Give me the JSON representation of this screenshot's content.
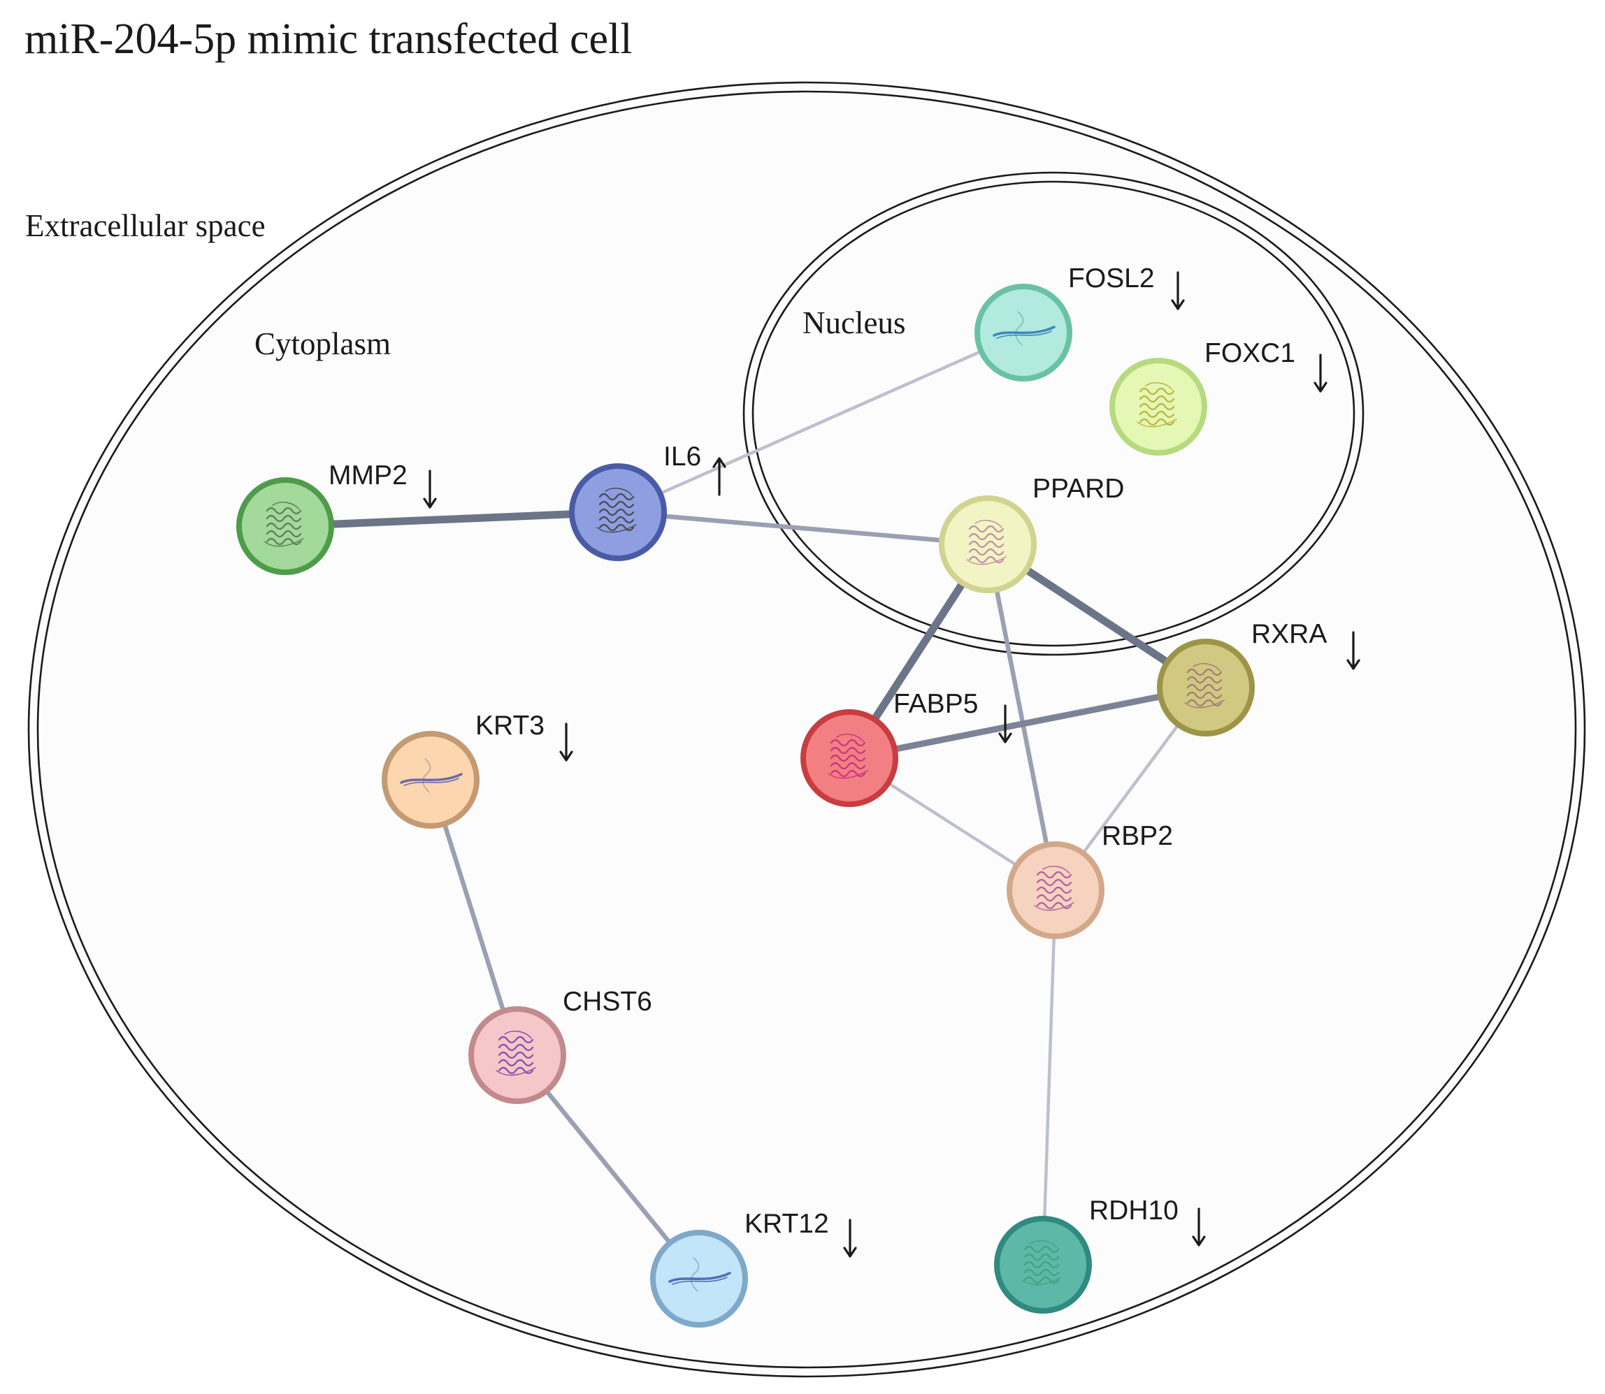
{
  "title": "miR-204-5p mimic transfected cell",
  "regions": {
    "extracellular": "Extracellular space",
    "cytoplasm": "Cytoplasm",
    "nucleus": "Nucleus"
  },
  "nodes": [
    {
      "id": "MMP2",
      "label": "MMP2",
      "regulation": "down",
      "fill": "#a3d99a",
      "stroke": "#4e9c4a",
      "structure_color": "#4f6e4b"
    },
    {
      "id": "IL6",
      "label": "IL6",
      "regulation": "up",
      "fill": "#8e9ee0",
      "stroke": "#4a5ba6",
      "structure_color": "#3c3a30"
    },
    {
      "id": "FOSL2",
      "label": "FOSL2",
      "regulation": "down",
      "fill": "#b2eadf",
      "stroke": "#69c2a3",
      "structure_color": "#2b76b8"
    },
    {
      "id": "FOXC1",
      "label": "FOXC1",
      "regulation": "down",
      "fill": "#e5f7b4",
      "stroke": "#b6da7e",
      "structure_color": "#b3a82a"
    },
    {
      "id": "PPARD",
      "label": "PPARD",
      "regulation": "none",
      "fill": "#f2f4c4",
      "stroke": "#d1d38e",
      "structure_color": "#b77a9e"
    },
    {
      "id": "RXRA",
      "label": "RXRA",
      "regulation": "down",
      "fill": "#d1c982",
      "stroke": "#9c9548",
      "structure_color": "#9b6e72"
    },
    {
      "id": "FABP5",
      "label": "FABP5",
      "regulation": "down",
      "fill": "#f28082",
      "stroke": "#c93c40",
      "structure_color": "#c2277e"
    },
    {
      "id": "RBP2",
      "label": "RBP2",
      "regulation": "none",
      "fill": "#f6d3bf",
      "stroke": "#d3a88a",
      "structure_color": "#a8489a"
    },
    {
      "id": "KRT3",
      "label": "KRT3",
      "regulation": "down",
      "fill": "#fbd6ae",
      "stroke": "#c49a73",
      "structure_color": "#5556a8"
    },
    {
      "id": "CHST6",
      "label": "CHST6",
      "regulation": "none",
      "fill": "#f6c7c9",
      "stroke": "#c28a8d",
      "structure_color": "#6a3aa6"
    },
    {
      "id": "KRT12",
      "label": "KRT12",
      "regulation": "down",
      "fill": "#c2e5f9",
      "stroke": "#7ea9c9",
      "structure_color": "#3a5ab0"
    },
    {
      "id": "RDH10",
      "label": "RDH10",
      "regulation": "down",
      "fill": "#5eb8a8",
      "stroke": "#2f8a7f",
      "structure_color": "#3aa07a"
    }
  ],
  "edges": [
    {
      "source": "MMP2",
      "target": "IL6",
      "strength": "strong"
    },
    {
      "source": "IL6",
      "target": "FOSL2",
      "strength": "weak"
    },
    {
      "source": "IL6",
      "target": "PPARD",
      "strength": "medium"
    },
    {
      "source": "PPARD",
      "target": "FABP5",
      "strength": "strong"
    },
    {
      "source": "PPARD",
      "target": "RXRA",
      "strength": "strong"
    },
    {
      "source": "PPARD",
      "target": "RBP2",
      "strength": "medium"
    },
    {
      "source": "FABP5",
      "target": "RXRA",
      "strength": "medium_strong"
    },
    {
      "source": "FABP5",
      "target": "RBP2",
      "strength": "weak"
    },
    {
      "source": "RXRA",
      "target": "RBP2",
      "strength": "weak"
    },
    {
      "source": "RBP2",
      "target": "RDH10",
      "strength": "weak"
    },
    {
      "source": "KRT3",
      "target": "CHST6",
      "strength": "medium"
    },
    {
      "source": "CHST6",
      "target": "KRT12",
      "strength": "medium"
    }
  ]
}
